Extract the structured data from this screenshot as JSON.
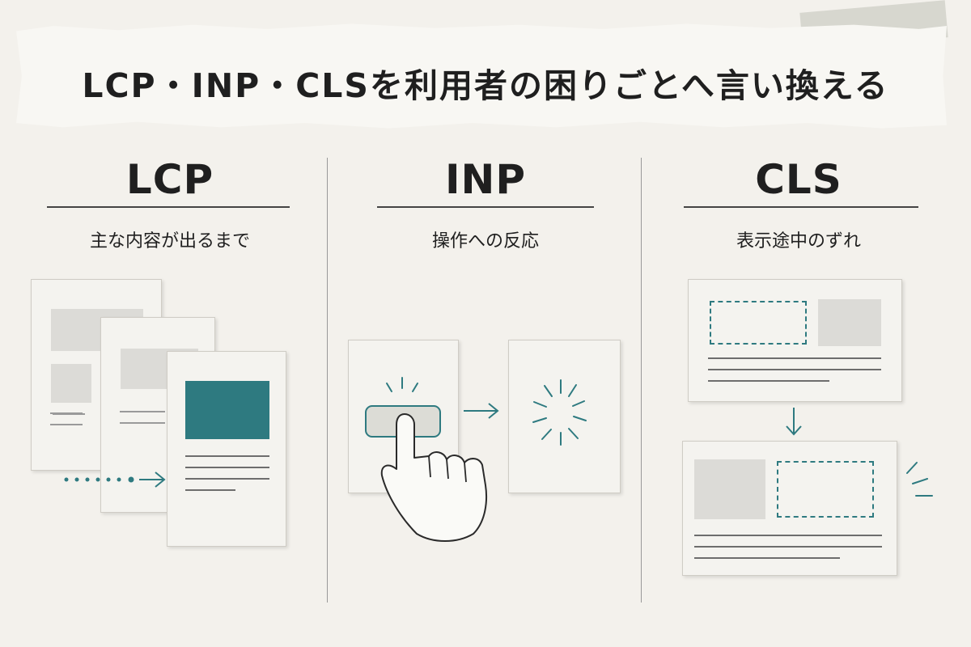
{
  "title": "LCP・INP・CLSを利用者の困りごとへ言い換える",
  "columns": [
    {
      "metric": "LCP",
      "description": "主な内容が出るまで"
    },
    {
      "metric": "INP",
      "description": "操作への反応"
    },
    {
      "metric": "CLS",
      "description": "表示途中のずれ"
    }
  ],
  "colors": {
    "accent": "#2e7a80",
    "background": "#f3f1ec",
    "text": "#1f1f1f"
  },
  "icons": [
    "dotted-arrow-icon",
    "hand-pointer-icon",
    "arrow-right-icon",
    "loading-spinner-icon",
    "arrow-down-icon",
    "shift-marks-icon"
  ]
}
